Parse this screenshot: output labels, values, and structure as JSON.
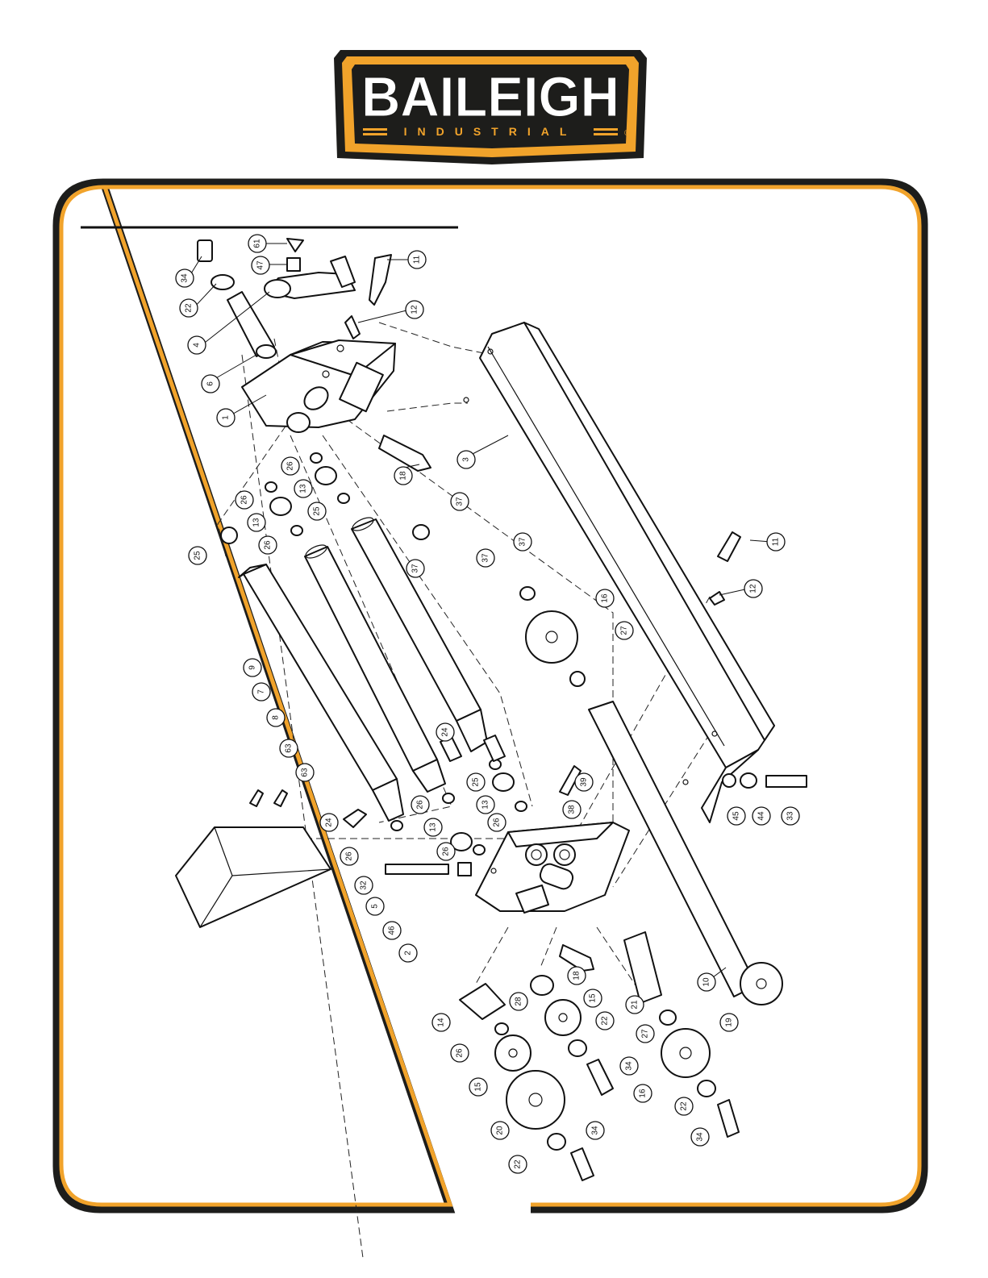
{
  "logo": {
    "brand": "BAILEIGH",
    "sub": "INDUSTRIAL",
    "registered": "®",
    "colors": {
      "black": "#1d1d1b",
      "orange": "#f1a32b",
      "white": "#ffffff"
    }
  },
  "frame": {
    "border_color": "#f1a32b",
    "shadow_color": "#1d1d1b"
  },
  "parts": [
    {
      "id": "p34a",
      "label": "34"
    },
    {
      "id": "p22a",
      "label": "22"
    },
    {
      "id": "p4",
      "label": "4"
    },
    {
      "id": "p6",
      "label": "6"
    },
    {
      "id": "p1",
      "label": "1"
    },
    {
      "id": "p61",
      "label": "61"
    },
    {
      "id": "p47",
      "label": "47"
    },
    {
      "id": "p11a",
      "label": "11"
    },
    {
      "id": "p12a",
      "label": "12"
    },
    {
      "id": "p3",
      "label": "3"
    },
    {
      "id": "p18a",
      "label": "18"
    },
    {
      "id": "p26a",
      "label": "26"
    },
    {
      "id": "p13a",
      "label": "13"
    },
    {
      "id": "p26b",
      "label": "26"
    },
    {
      "id": "p25a",
      "label": "25"
    },
    {
      "id": "p37a",
      "label": "37"
    },
    {
      "id": "p13b",
      "label": "13"
    },
    {
      "id": "p26c",
      "label": "26"
    },
    {
      "id": "p25b",
      "label": "25"
    },
    {
      "id": "p37b",
      "label": "37"
    },
    {
      "id": "p37c",
      "label": "37"
    },
    {
      "id": "p37d",
      "label": "37"
    },
    {
      "id": "p11b",
      "label": "11"
    },
    {
      "id": "p12b",
      "label": "12"
    },
    {
      "id": "p16a",
      "label": "16"
    },
    {
      "id": "p9",
      "label": "9"
    },
    {
      "id": "p7",
      "label": "7"
    },
    {
      "id": "p8",
      "label": "8"
    },
    {
      "id": "p27a",
      "label": "27"
    },
    {
      "id": "p24a",
      "label": "24"
    },
    {
      "id": "p63a",
      "label": "63"
    },
    {
      "id": "p63b",
      "label": "63"
    },
    {
      "id": "p24b",
      "label": "24"
    },
    {
      "id": "p25c",
      "label": "25"
    },
    {
      "id": "p26d",
      "label": "26"
    },
    {
      "id": "p13c",
      "label": "13"
    },
    {
      "id": "p26e",
      "label": "26"
    },
    {
      "id": "p13d",
      "label": "13"
    },
    {
      "id": "p26f",
      "label": "26"
    },
    {
      "id": "p39",
      "label": "39"
    },
    {
      "id": "p38",
      "label": "38"
    },
    {
      "id": "p45",
      "label": "45"
    },
    {
      "id": "p44",
      "label": "44"
    },
    {
      "id": "p33",
      "label": "33"
    },
    {
      "id": "p26g",
      "label": "26"
    },
    {
      "id": "p32",
      "label": "32"
    },
    {
      "id": "p46",
      "label": "46"
    },
    {
      "id": "p5",
      "label": "5"
    },
    {
      "id": "p2",
      "label": "2"
    },
    {
      "id": "p18b",
      "label": "18"
    },
    {
      "id": "p10",
      "label": "10"
    },
    {
      "id": "p28",
      "label": "28"
    },
    {
      "id": "p15a",
      "label": "15"
    },
    {
      "id": "p14",
      "label": "14"
    },
    {
      "id": "p22b",
      "label": "22"
    },
    {
      "id": "p21",
      "label": "21"
    },
    {
      "id": "p27b",
      "label": "27"
    },
    {
      "id": "p19",
      "label": "19"
    },
    {
      "id": "p26h",
      "label": "26"
    },
    {
      "id": "p15b",
      "label": "15"
    },
    {
      "id": "p34b",
      "label": "34"
    },
    {
      "id": "p16b",
      "label": "16"
    },
    {
      "id": "p22c",
      "label": "22"
    },
    {
      "id": "p20",
      "label": "20"
    },
    {
      "id": "p34c",
      "label": "34"
    },
    {
      "id": "p22d",
      "label": "22"
    },
    {
      "id": "p34d",
      "label": "34"
    }
  ]
}
